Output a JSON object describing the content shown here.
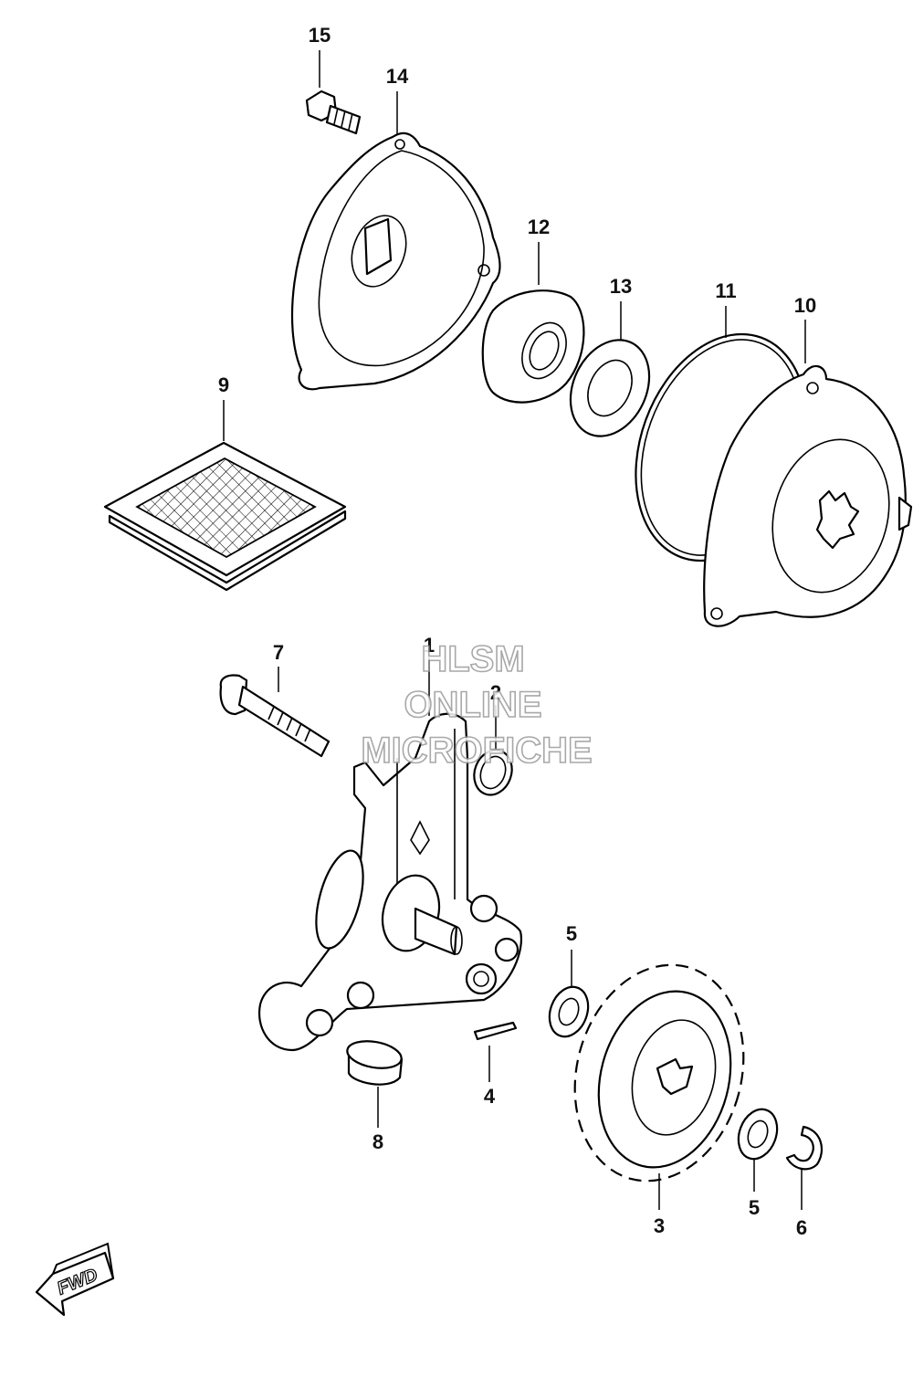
{
  "callouts": [
    {
      "id": "1",
      "label": "1"
    },
    {
      "id": "2",
      "label": "2"
    },
    {
      "id": "3",
      "label": "3"
    },
    {
      "id": "4",
      "label": "4"
    },
    {
      "id": "5a",
      "label": "5"
    },
    {
      "id": "5b",
      "label": "5"
    },
    {
      "id": "6",
      "label": "6"
    },
    {
      "id": "7",
      "label": "7"
    },
    {
      "id": "8",
      "label": "8"
    },
    {
      "id": "9",
      "label": "9"
    },
    {
      "id": "10",
      "label": "10"
    },
    {
      "id": "11",
      "label": "11"
    },
    {
      "id": "12",
      "label": "12"
    },
    {
      "id": "13",
      "label": "13"
    },
    {
      "id": "14",
      "label": "14"
    },
    {
      "id": "15",
      "label": "15"
    }
  ],
  "watermark": {
    "line1": "HLSM",
    "line2": "ONLINE",
    "line3": "MICROFICHE"
  },
  "direction_badge": {
    "label": "FWD"
  }
}
